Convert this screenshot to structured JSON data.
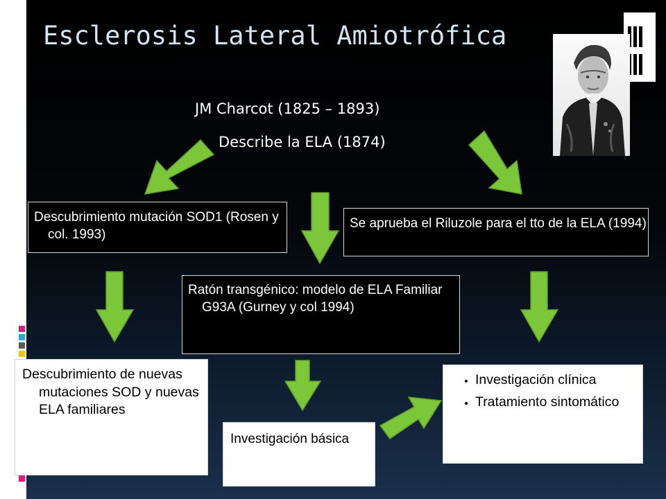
{
  "slide": {
    "title": "Esclerosis Lateral Amiotrófica",
    "subtitle_line1": "JM Charcot (1825 – 1893)",
    "subtitle_line2": "Describe la ELA (1874)"
  },
  "boxes": {
    "sod1_discovery": "Descubrimiento mutación SOD1 (Rosen y col. 1993)",
    "riluzole": "Se aprueba el Riluzole para el tto de la ELA (1994)",
    "transgenic_mouse": "Ratón transgénico: modelo de ELA Familiar G93A (Gurney y col 1994)",
    "new_mutations": "Descubrimiento de nuevas mutaciones SOD y nuevas ELA familiares",
    "basic_research": "Investigación básica",
    "clinical_items": [
      "Investigación clínica",
      "Tratamiento sintomático"
    ]
  },
  "colors": {
    "arrow_green": "#7cc63a",
    "arrow_edge": "#5e9a2a",
    "title_color": "#cfe4f4",
    "accent_squares": [
      "#e8177f",
      "#26a8d8",
      "#f2c500",
      "#5b5b5b"
    ]
  },
  "icons": {
    "portrait": "charcot-portrait-photo"
  }
}
